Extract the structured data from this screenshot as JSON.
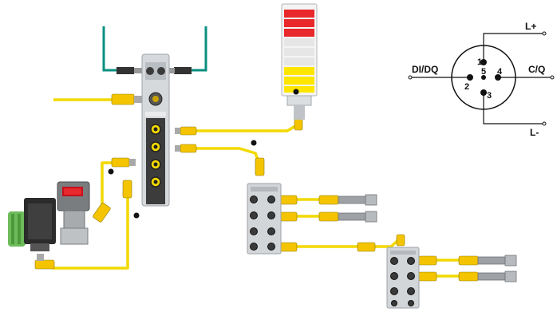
{
  "colors": {
    "cable_yellow": "#f2d900",
    "connector_yellow": "#f5c400",
    "bus_teal": "#0a8f7f",
    "device_grey": "#c9cdd1",
    "signal_red": "#e8282b",
    "signal_yellow": "#ffe600",
    "line": "#111111"
  },
  "pinout": {
    "signals": {
      "l_plus": "L+",
      "di_dq": "DI/DQ",
      "c_q": "C/Q",
      "l_minus": "L-"
    },
    "pins": [
      "1",
      "2",
      "3",
      "4",
      "5"
    ]
  },
  "icons": [
    "io-link-master-module",
    "signal-tower-light",
    "pressure-sensor-display",
    "rfid-read-write-head",
    "sensor-hub",
    "proximity-sensor",
    "io-link-symbol"
  ]
}
